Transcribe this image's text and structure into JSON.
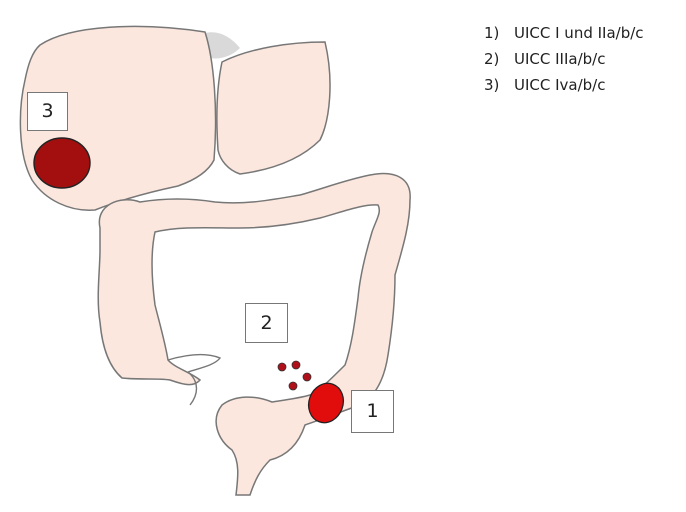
{
  "legend": {
    "items": [
      {
        "num": "1)",
        "text": "UICC I und IIa/b/c"
      },
      {
        "num": "2)",
        "text": "UICC IIIa/b/c"
      },
      {
        "num": "3)",
        "text": "UICC Iva/b/c"
      }
    ]
  },
  "markers": {
    "one": "1",
    "two": "2",
    "three": "3"
  },
  "colors": {
    "organ_fill": "#fbe7de",
    "organ_stroke": "#777777",
    "tumor_dark": "#a30f0f",
    "tumor_bright": "#e10c0c",
    "gallbladder": "#d9d9d9"
  }
}
